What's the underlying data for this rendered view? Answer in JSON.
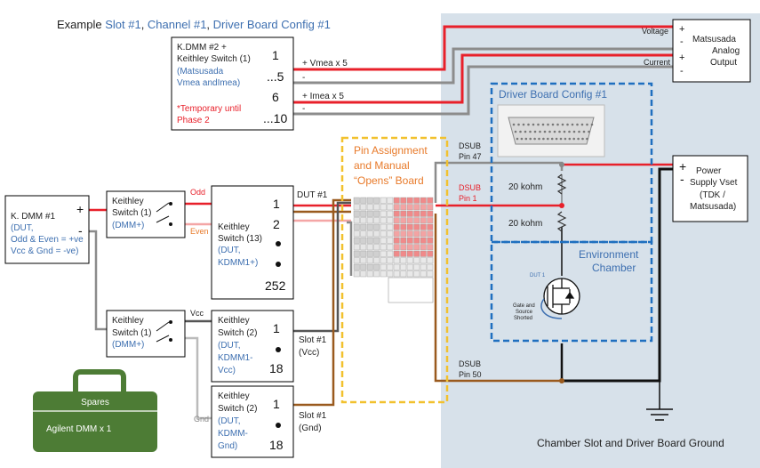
{
  "title": {
    "prefix": "Example ",
    "slot": "Slot #1",
    "sep1": ", ",
    "channel": "Channel #1",
    "sep2": ", ",
    "config": "Driver Board Config #1"
  },
  "kdmm2": {
    "line1": "K.DMM #2 +",
    "line2": "Keithley Switch (1)",
    "line3": "(Matsusada",
    "line4": "Vmea andImea)",
    "note1": "*Temporary until",
    "note2": "Phase 2",
    "ch1": "1",
    "ch5": "...5",
    "ch6": "6",
    "ch10": "...10"
  },
  "wire_labels": {
    "vmea": "+ Vmea x 5",
    "minus_a": "-",
    "imea": "+ Imea x 5",
    "minus_b": "-",
    "voltage": "Voltage",
    "current": "Current",
    "odd": "Odd",
    "even": "Even",
    "dut1": "DUT #1",
    "vcc": "Vcc",
    "gnd": "Gnd",
    "slot_vcc_1": "Slot #1",
    "slot_vcc_2": "(Vcc)",
    "slot_gnd_1": "Slot #1",
    "slot_gnd_2": "(Gnd)",
    "dsub47_1": "DSUB",
    "dsub47_2": "Pin 47",
    "dsub1_1": "DSUB",
    "dsub1_2": "Pin 1",
    "dsub50_1": "DSUB",
    "dsub50_2": "Pin 50",
    "r1": "20 kohm",
    "r2": "20 kohm"
  },
  "matsusada": {
    "plus1": "+",
    "minus1": "-",
    "plus2": "+",
    "minus2": "-",
    "line1": "Matsusada",
    "line2": "Analog",
    "line3": "Output"
  },
  "psu": {
    "plus": "+",
    "minus": "-",
    "line1": "Power",
    "line2": "Supply Vset",
    "line3": "(TDK /",
    "line4": "Matsusada)"
  },
  "kdmm1": {
    "line1": "K. DMM #1",
    "line2": "(DUT,",
    "line3": "Odd & Even = +ve",
    "line4": "Vcc & Gnd = -ve)",
    "plus": "+",
    "minus": "-"
  },
  "ks_top": {
    "line1": "Keithley",
    "line2": "Switch (1)",
    "line3": "(DMM+)"
  },
  "ks_bot": {
    "line1": "Keithley",
    "line2": "Switch (1)",
    "line3": "(DMM+)"
  },
  "ks13": {
    "line1": "Keithley",
    "line2": "Switch (13)",
    "line3": "(DUT,",
    "line4": "KDMM1+)",
    "ch1": "1",
    "ch2": "2",
    "ch252": "252"
  },
  "ks2vcc": {
    "line1": "Keithley",
    "line2": "Switch (2)",
    "line3": "(DUT,",
    "line4": "KDMM1-",
    "line5": "Vcc)",
    "ch1": "1",
    "ch18": "18"
  },
  "ks2gnd": {
    "line1": "Keithley",
    "line2": "Switch (2)",
    "line3": "(DUT,",
    "line4": "KDMM-",
    "line5": "Gnd)",
    "ch1": "1",
    "ch18": "18"
  },
  "pin_board": {
    "line1": "Pin Assignment",
    "line2": "and Manual",
    "line3": "“Opens” Board"
  },
  "driver_board": {
    "title": "Driver Board Config #1"
  },
  "env": {
    "line1": "Environment",
    "line2": "Chamber"
  },
  "mosfet": {
    "dut": "DUT 1",
    "gate1": "Gate and",
    "gate2": "Source",
    "gate3": "Shorted"
  },
  "chamber_label": "Chamber Slot and Driver Board Ground",
  "spares": {
    "title": "Spares",
    "label": "Agilent DMM x 1"
  },
  "colors": {
    "red": "#e8202a",
    "pink": "#f4a6a6",
    "brown": "#9a5a1e",
    "gray": "#8c8c8c",
    "blue_text": "#3d6fb0",
    "orange": "#e87a2a",
    "yellow": "#f2c12e",
    "dashed_blue": "#1f6fbf",
    "chamber_bg": "#d7e1ea",
    "spares_green": "#4d7c35"
  }
}
